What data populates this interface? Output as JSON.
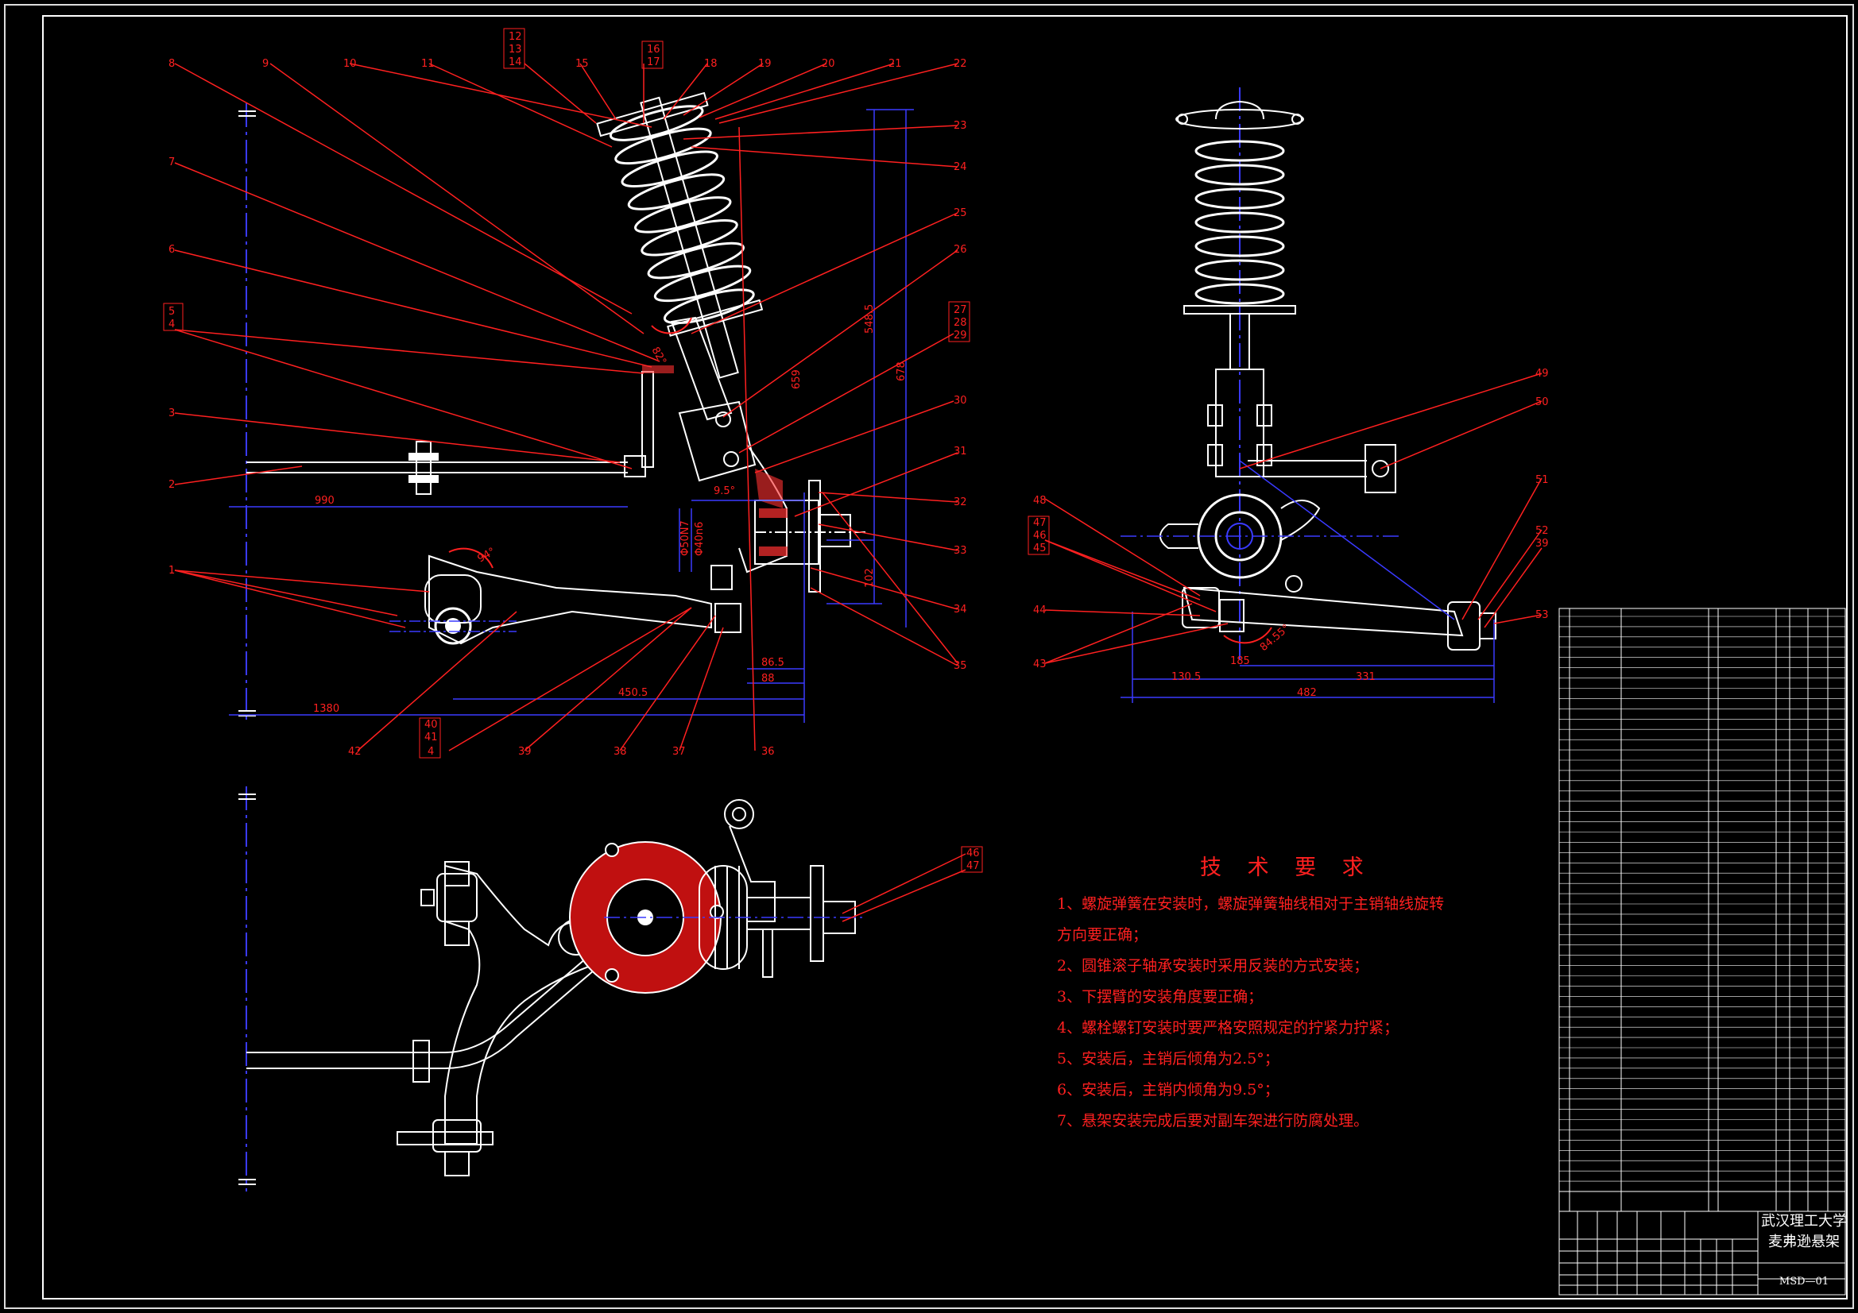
{
  "drawing": {
    "title_block": {
      "school": "武汉理工大学",
      "drawing_name": "麦弗逊悬架",
      "drawing_code": "MSD—01"
    },
    "tech_requirements": {
      "heading": "技 术 要 求",
      "items": [
        "1、螺旋弹簧在安装时，螺旋弹簧轴线相对于主销轴线旋转",
        "方向要正确；",
        "2、圆锥滚子轴承安装时采用反装的方式安装；",
        "3、下摆臂的安装角度要正确；",
        "4、螺栓螺钉安装时要严格安照规定的拧紧力拧紧；",
        "5、安装后，主销后倾角为2.5°；",
        "6、安装后，主销内倾角为9.5°；",
        "7、悬架安装完成后要对副车架进行防腐处理。"
      ]
    },
    "front_view": {
      "callouts_top": [
        "8",
        "9",
        "10",
        "11",
        "12",
        "13",
        "14",
        "15",
        "16",
        "17",
        "18",
        "19",
        "20",
        "21",
        "22"
      ],
      "callouts_right": [
        "23",
        "24",
        "25",
        "26",
        "27",
        "28",
        "29",
        "30",
        "31",
        "32",
        "33",
        "34",
        "35"
      ],
      "callouts_left": [
        "7",
        "6",
        "5",
        "4",
        "3",
        "2",
        "1"
      ],
      "callouts_bottom": [
        "42",
        "40",
        "41",
        "4",
        "39",
        "38",
        "37",
        "36"
      ],
      "dimensions": {
        "d990": "990",
        "d1380": "1380",
        "d450": "450.5",
        "d86": "86.5",
        "d88": "88",
        "d102": "102",
        "d548": "548.5",
        "d678": "678",
        "d659": "659",
        "d9_5": "9.5°",
        "ang_spring": "82°",
        "ang_arm": "94°",
        "bore1": "Φ50N7",
        "bore2": "Φ40n6"
      }
    },
    "side_view": {
      "callouts": [
        "49",
        "50",
        "51",
        "52",
        "39",
        "53",
        "48",
        "47",
        "46",
        "45",
        "44",
        "43"
      ],
      "dimensions": {
        "d130": "130.5",
        "d185": "185",
        "d331": "331",
        "d482": "482",
        "ang": "84.55°"
      }
    },
    "top_view": {
      "callouts": [
        "46",
        "47"
      ]
    }
  }
}
